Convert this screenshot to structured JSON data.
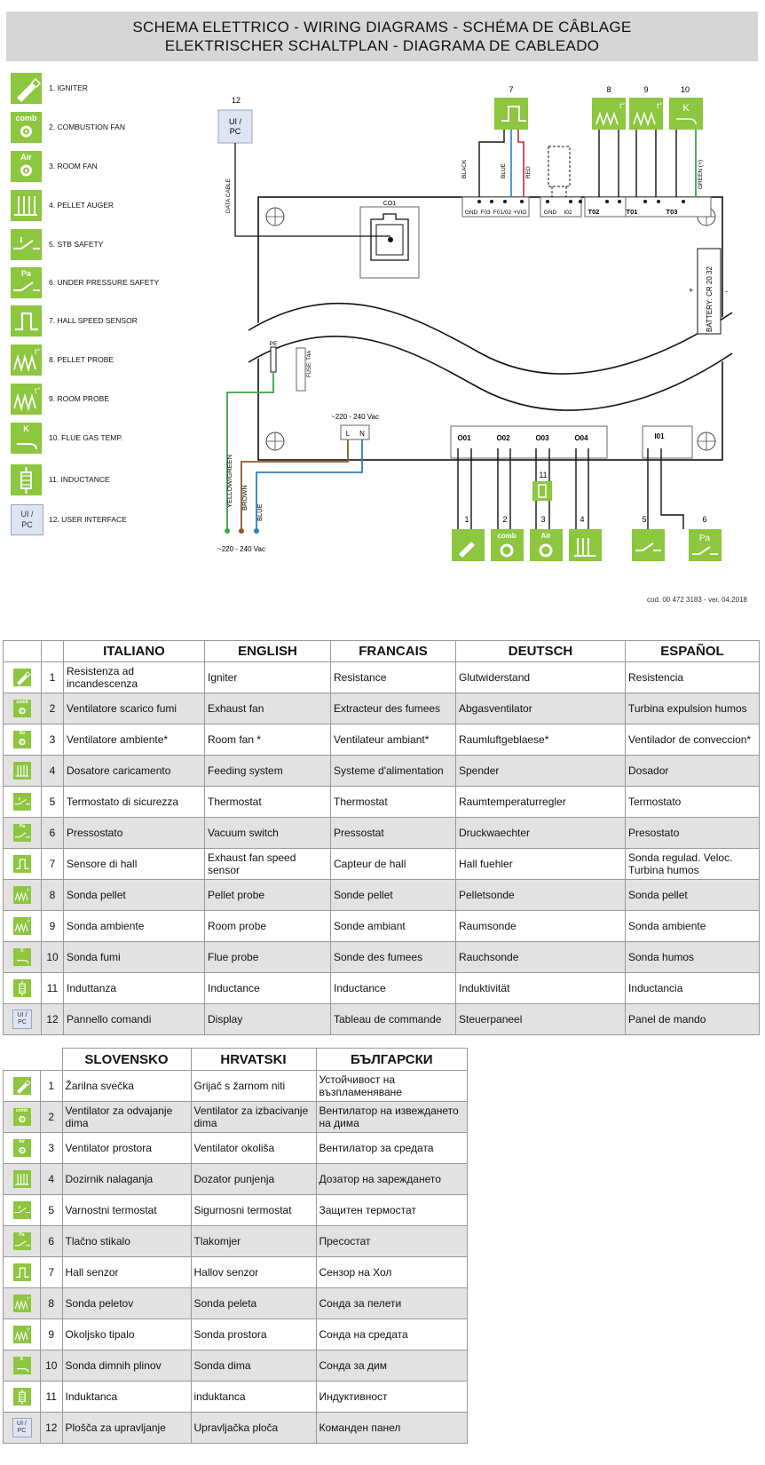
{
  "header": {
    "line1": "SCHEMA ELETTRICO - WIRING DIAGRAMS - SCHÉMA DE CÂBLAGE",
    "line2": "ELEKTRISCHER SCHALTPLAN - DIAGRAMA DE CABLEADO"
  },
  "legend": [
    {
      "icon": "igniter-icon",
      "label": "1. IGNITER"
    },
    {
      "icon": "combustion-fan-icon",
      "tag": "comb",
      "label": "2. COMBUSTION FAN"
    },
    {
      "icon": "room-fan-icon",
      "tag": "Air",
      "label": "3. ROOM FAN"
    },
    {
      "icon": "pellet-auger-icon",
      "label": "4. PELLET AUGER"
    },
    {
      "icon": "stb-safety-icon",
      "label": "5. STB SAFETY"
    },
    {
      "icon": "under-pressure-icon",
      "tag": "Pa",
      "label": "6. UNDER PRESSURE SAFETY"
    },
    {
      "icon": "hall-sensor-icon",
      "label": "7. HALL SPEED SENSOR"
    },
    {
      "icon": "pellet-probe-icon",
      "label": "8. PELLET PROBE"
    },
    {
      "icon": "room-probe-icon",
      "label": "9. ROOM PROBE"
    },
    {
      "icon": "flue-gas-icon",
      "tag": "K",
      "label": "10. FLUE GAS TEMP."
    },
    {
      "icon": "inductance-icon",
      "label": "11. INDUCTANCE"
    },
    {
      "icon": "user-interface-icon",
      "label": "12. USER INTERFACE"
    }
  ],
  "diagram": {
    "ui_box": "UI /",
    "ui_box2": "PC",
    "n12": "12",
    "n7": "7",
    "n8": "8",
    "n9": "9",
    "n10": "10",
    "n11": "11",
    "n1": "1",
    "n2": "2",
    "n3": "3",
    "n4": "4",
    "n5": "5",
    "n6": "6",
    "data_cable": "DATA CABLE",
    "co1": "CO1",
    "black": "BLACK",
    "blue": "BLUE",
    "red": "RED",
    "green": "GREEN (+)",
    "gnd": "GND",
    "f03": "F03",
    "f0102": "F01/02",
    "vio": "+VIO",
    "gnd2": "GND",
    "i02": "I02",
    "t02": "T02",
    "t01": "T01",
    "t03": "T03",
    "battery": "BATTERY: CR 20 32",
    "plus": "+",
    "minus": "-",
    "pe": "PE",
    "fuse": "FUSE: T4A",
    "vac_top": "~220 - 240 Vac",
    "l": "L",
    "n": "N",
    "o01": "O01",
    "o02": "O02",
    "o03": "O03",
    "o04": "O04",
    "i01": "I01",
    "yellow_green": "YELLOW/GREEN",
    "brown": "BROWN",
    "blue_w": "BLUE",
    "vac_bottom": "~220 - 240 Vac",
    "comb": "comb",
    "air": "Air",
    "pa": "Pa",
    "k": "K"
  },
  "code": "cod. 00 472 3183 - ver. 04.2018",
  "table1": {
    "headers": [
      "ITALIANO",
      "ENGLISH",
      "FRANCAIS",
      "DEUTSCH",
      "ESPAÑOL"
    ],
    "rows": [
      {
        "n": "1",
        "cells": [
          "Resistenza ad incandescenza",
          "Igniter",
          "Resistance",
          "Glutwiderstand",
          "Resistencia"
        ]
      },
      {
        "n": "2",
        "cells": [
          "Ventilatore scarico fumi",
          "Exhaust fan",
          "Extracteur des fumees",
          "Abgasventilator",
          "Turbina expulsion humos"
        ]
      },
      {
        "n": "3",
        "cells": [
          "Ventilatore ambiente*",
          "Room fan *",
          "Ventilateur ambiant*",
          "Raumluftgeblaese*",
          "Ventilador de conveccion*"
        ]
      },
      {
        "n": "4",
        "cells": [
          "Dosatore caricamento",
          "Feeding system",
          "Systeme d'alimentation",
          "Spender",
          "Dosador"
        ]
      },
      {
        "n": "5",
        "cells": [
          "Termostato di sicurezza",
          "Thermostat",
          "Thermostat",
          "Raumtemperaturregler",
          "Termostato"
        ]
      },
      {
        "n": "6",
        "cells": [
          "Pressostato",
          "Vacuum switch",
          "Pressostat",
          "Druckwaechter",
          "Presostato"
        ]
      },
      {
        "n": "7",
        "cells": [
          "Sensore di hall",
          "Exhaust fan speed sensor",
          "Capteur de hall",
          "Hall fuehler",
          "Sonda regulad. Veloc. Turbina humos"
        ]
      },
      {
        "n": "8",
        "cells": [
          "Sonda pellet",
          "Pellet probe",
          "Sonde pellet",
          "Pelletsonde",
          "Sonda pellet"
        ]
      },
      {
        "n": "9",
        "cells": [
          "Sonda ambiente",
          "Room probe",
          "Sonde ambiant",
          "Raumsonde",
          "Sonda ambiente"
        ]
      },
      {
        "n": "10",
        "cells": [
          "Sonda fumi",
          "Flue probe",
          "Sonde des fumees",
          "Rauchsonde",
          "Sonda humos"
        ]
      },
      {
        "n": "11",
        "cells": [
          "Induttanza",
          "Inductance",
          "Inductance",
          "Induktivität",
          "Inductancia"
        ]
      },
      {
        "n": "12",
        "cells": [
          "Pannello comandi",
          "Display",
          "Tableau de commande",
          "Steuerpaneel",
          "Panel de mando"
        ]
      }
    ]
  },
  "table2": {
    "headers": [
      "SLOVENSKO",
      "HRVATSKI",
      "БЪЛГАРСКИ"
    ],
    "rows": [
      {
        "n": "1",
        "cells": [
          "Žarilna svečka",
          "Grijač s žarnom niti",
          "Устойчивост на възпламеняване"
        ]
      },
      {
        "n": "2",
        "cells": [
          "Ventilator za odvajanje dima",
          "Ventilator za izbacivanje dima",
          "Вентилатор на извеждането на дима"
        ]
      },
      {
        "n": "3",
        "cells": [
          "Ventilator prostora",
          "Ventilator okoliša",
          "Вентилатор за средата"
        ]
      },
      {
        "n": "4",
        "cells": [
          "Dozirnik nalaganja",
          "Dozator punjenja",
          "Дозатор на зареждането"
        ]
      },
      {
        "n": "5",
        "cells": [
          "Varnostni termostat",
          "Sigurnosni termostat",
          "Защитен термостат"
        ]
      },
      {
        "n": "6",
        "cells": [
          "Tlačno stikalo",
          "Tlakomjer",
          "Пресостат"
        ]
      },
      {
        "n": "7",
        "cells": [
          "Hall senzor",
          "Hallov senzor",
          "Сензор на Хол"
        ]
      },
      {
        "n": "8",
        "cells": [
          "Sonda peletov",
          "Sonda peleta",
          "Сонда за пелети"
        ]
      },
      {
        "n": "9",
        "cells": [
          "Okoljsko tipalo",
          "Sonda prostora",
          "Сонда на средата"
        ]
      },
      {
        "n": "10",
        "cells": [
          "Sonda dimnih plinov",
          "Sonda dima",
          "Сонда за дим"
        ]
      },
      {
        "n": "11",
        "cells": [
          "Induktanca",
          "induktanca",
          "Индуктивност"
        ]
      },
      {
        "n": "12",
        "cells": [
          "Plošča za upravljanje",
          "Upravljačka ploča",
          "Команден панел"
        ]
      }
    ]
  },
  "icon_tags": {
    "comb": "comb",
    "air": "Air",
    "pa": "Pa",
    "k": "K",
    "ui1": "UI /",
    "ui2": "PC"
  }
}
